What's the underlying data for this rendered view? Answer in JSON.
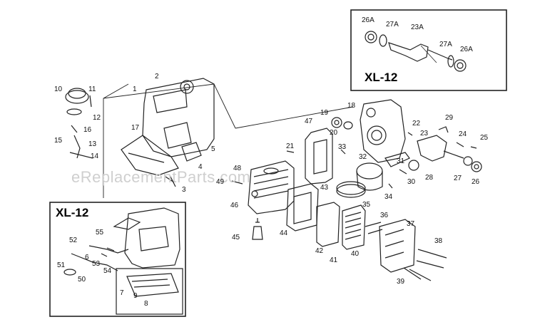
{
  "watermark": "eReplacementParts.com",
  "insets": [
    {
      "title": "XL-12"
    },
    {
      "title": "XL-12"
    }
  ],
  "part_labels": [
    "26A",
    "27A",
    "23A",
    "27A",
    "26A",
    "10",
    "11",
    "12",
    "16",
    "15",
    "13",
    "14",
    "1",
    "2",
    "17",
    "5",
    "4",
    "3",
    "18",
    "19",
    "20",
    "22",
    "23",
    "29",
    "24",
    "25",
    "47",
    "21",
    "33",
    "32",
    "31",
    "28",
    "30",
    "26",
    "27",
    "48",
    "49",
    "46",
    "43",
    "35",
    "34",
    "44",
    "45",
    "42",
    "41",
    "40",
    "36",
    "37",
    "38",
    "39",
    "55",
    "52",
    "6",
    "53",
    "54",
    "51",
    "50",
    "7",
    "9",
    "8"
  ]
}
